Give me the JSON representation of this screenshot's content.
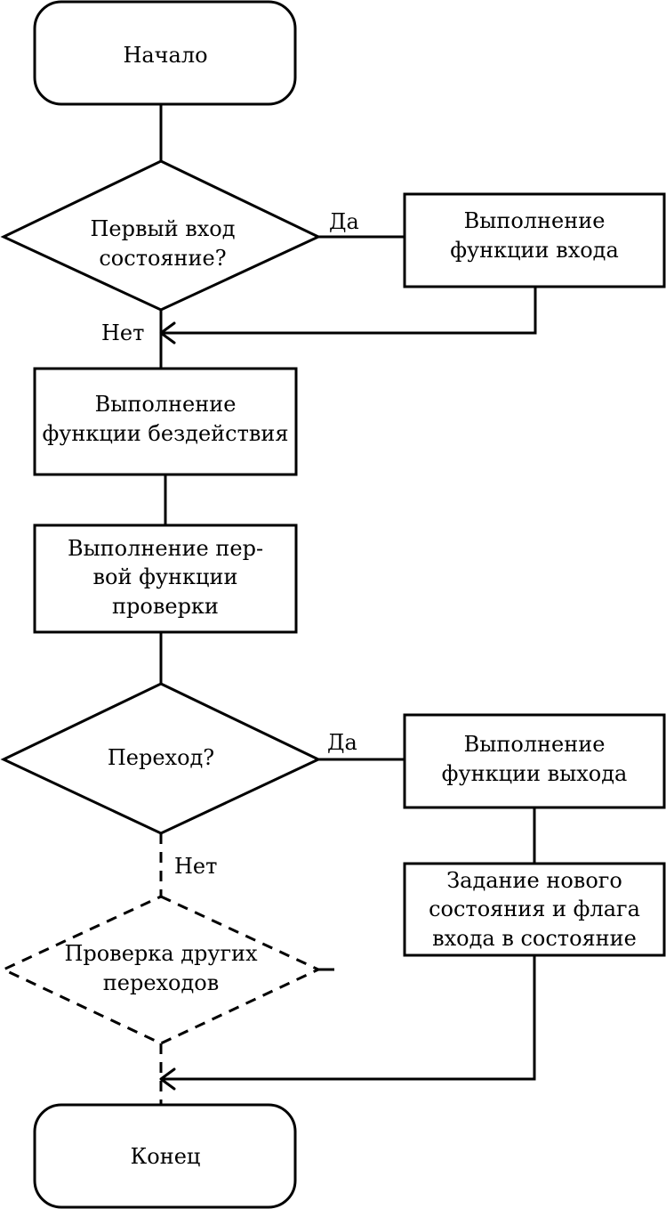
{
  "nodes": {
    "start": "Начало",
    "decision1": [
      "Первый вход",
      "состояние?"
    ],
    "entry_fn": [
      "Выполнение",
      "функции входа"
    ],
    "idle_fn": [
      "Выполнение",
      "функции бездействия"
    ],
    "check_fn": [
      "Выполнение пер-",
      "вой функции",
      "проверки"
    ],
    "decision2": "Переход?",
    "exit_fn": [
      "Выполнение",
      "функции выхода"
    ],
    "set_state": [
      "Задание нового",
      "состояния и флага",
      "входа в состояние"
    ],
    "other_checks": [
      "Проверка других",
      "переходов"
    ],
    "end": "Конец"
  },
  "labels": {
    "yes1": "Да",
    "no1": "Нет",
    "yes2": "Да",
    "no2": "Нет"
  },
  "colors": {
    "stroke": "#000000",
    "fill": "#ffffff"
  }
}
